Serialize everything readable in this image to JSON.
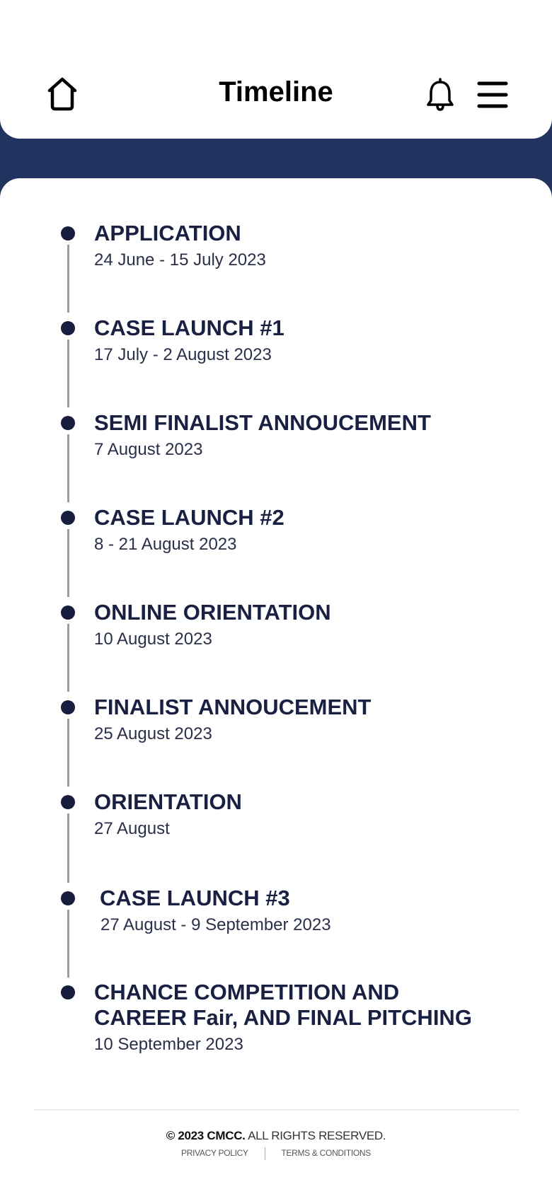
{
  "header": {
    "title": "Timeline",
    "icons": {
      "home": "home-icon",
      "notifications": "bell-icon",
      "menu": "hamburger-menu-icon"
    }
  },
  "colors": {
    "brand_navy": "#22335f",
    "timeline_dot": "#171d3d",
    "timeline_line": "#9a9aaa",
    "title_text": "#1a2042"
  },
  "timeline": {
    "items": [
      {
        "title": "APPLICATION",
        "date": "24 June - 15 July 2023"
      },
      {
        "title": "CASE LAUNCH #1",
        "date": "17 July - 2 August 2023"
      },
      {
        "title": "SEMI FINALIST ANNOUCEMENT",
        "date": "7 August 2023"
      },
      {
        "title": "CASE LAUNCH #2",
        "date": "8 - 21 August 2023"
      },
      {
        "title": "ONLINE ORIENTATION",
        "date": "10 August 2023"
      },
      {
        "title": "FINALIST ANNOUCEMENT",
        "date": "25 August 2023"
      },
      {
        "title": "ORIENTATION",
        "date": "27 August"
      },
      {
        "title": "CASE LAUNCH #3",
        "date": "27 August - 9 September 2023"
      },
      {
        "title_line1": "CHANCE COMPETITION AND",
        "title_line2": "CAREER Fair, AND FINAL PITCHING",
        "date": "10 September 2023"
      }
    ]
  },
  "footer": {
    "copyright_bold": "© 2023 CMCC.",
    "copyright_rest": " ALL RIGHTS RESERVED.",
    "links": [
      "PRIVACY POLICY",
      "TERMS & CONDITIONS"
    ]
  }
}
